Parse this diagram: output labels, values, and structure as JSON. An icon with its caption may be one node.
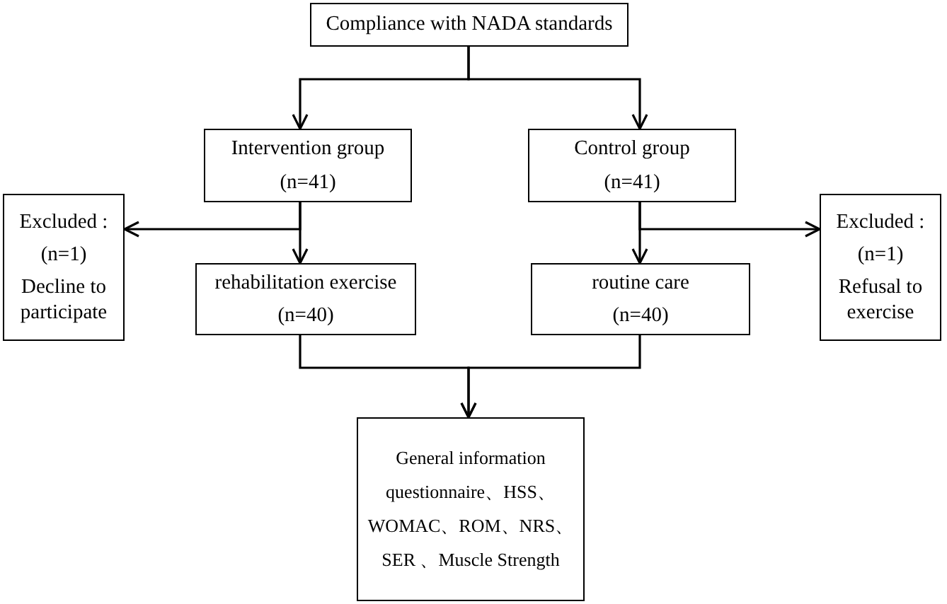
{
  "diagram": {
    "nodes": [
      {
        "text": [
          "Compliance with NADA standards"
        ]
      },
      {
        "text": [
          "Intervention group",
          "(n=41)"
        ]
      },
      {
        "text": [
          "Control group",
          "(n=41)"
        ]
      },
      {
        "text": [
          "Excluded :",
          "(n=1)",
          "Decline to participate"
        ]
      },
      {
        "text": [
          "rehabilitation exercise",
          "(n=40)"
        ]
      },
      {
        "text": [
          "routine care",
          "(n=40)"
        ]
      },
      {
        "text": [
          "Excluded :",
          "(n=1)",
          "Refusal to exercise"
        ]
      },
      {
        "text": [
          "General information questionnaire、HSS、WOMAC、ROM、NRS、SER 、Muscle Strength"
        ]
      }
    ],
    "edges": [
      {
        "from": 0,
        "to": 1,
        "arrow": "to"
      },
      {
        "from": 0,
        "to": 2,
        "arrow": "to"
      },
      {
        "from": 1,
        "to": 3,
        "arrow": "to"
      },
      {
        "from": 1,
        "to": 4,
        "arrow": "to"
      },
      {
        "from": 2,
        "to": 5,
        "arrow": "to"
      },
      {
        "from": 2,
        "to": 6,
        "arrow": "to"
      },
      {
        "from": 4,
        "to": 7,
        "arrow": "to"
      },
      {
        "from": 5,
        "to": 7,
        "arrow": "to"
      }
    ]
  }
}
